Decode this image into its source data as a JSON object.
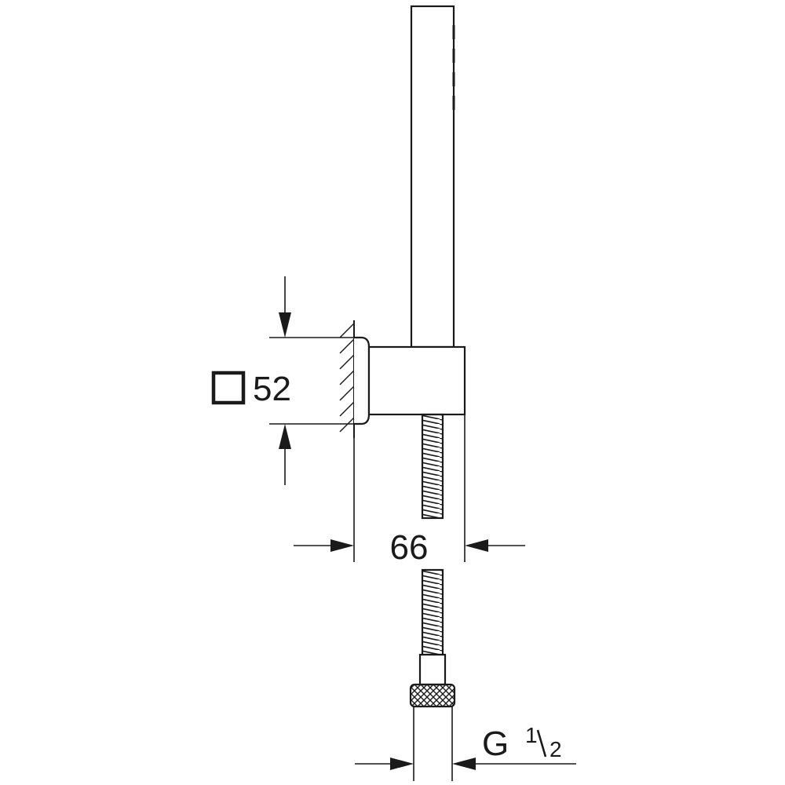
{
  "dimensions": {
    "square_size": "52",
    "width": "66",
    "thread_main": "G",
    "thread_num": "1",
    "thread_den": "2"
  },
  "colors": {
    "line": "#1a1a1a",
    "background": "#ffffff"
  }
}
